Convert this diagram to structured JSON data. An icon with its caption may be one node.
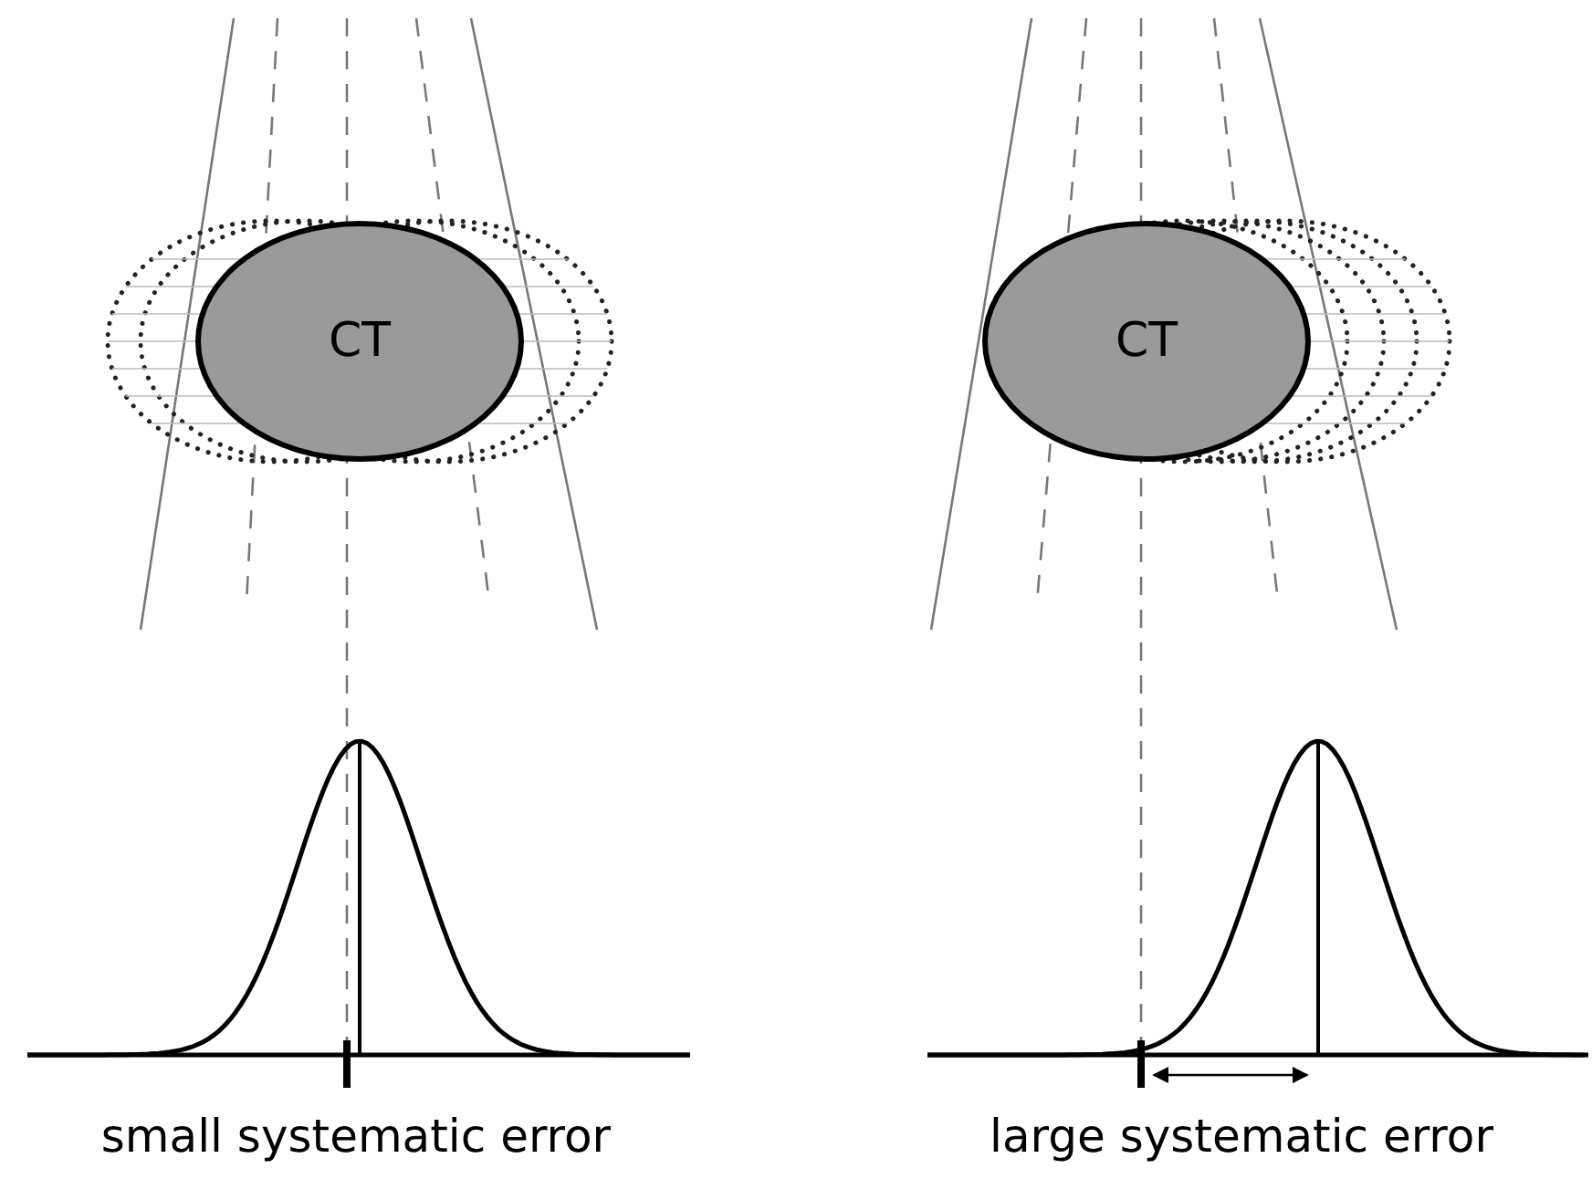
{
  "diagram": {
    "nodes": [
      {
        "text": [
          "CT"
        ]
      },
      {
        "text": [
          "CT"
        ]
      }
    ],
    "labels": [
      "small systematic error",
      "large systematic error"
    ]
  }
}
